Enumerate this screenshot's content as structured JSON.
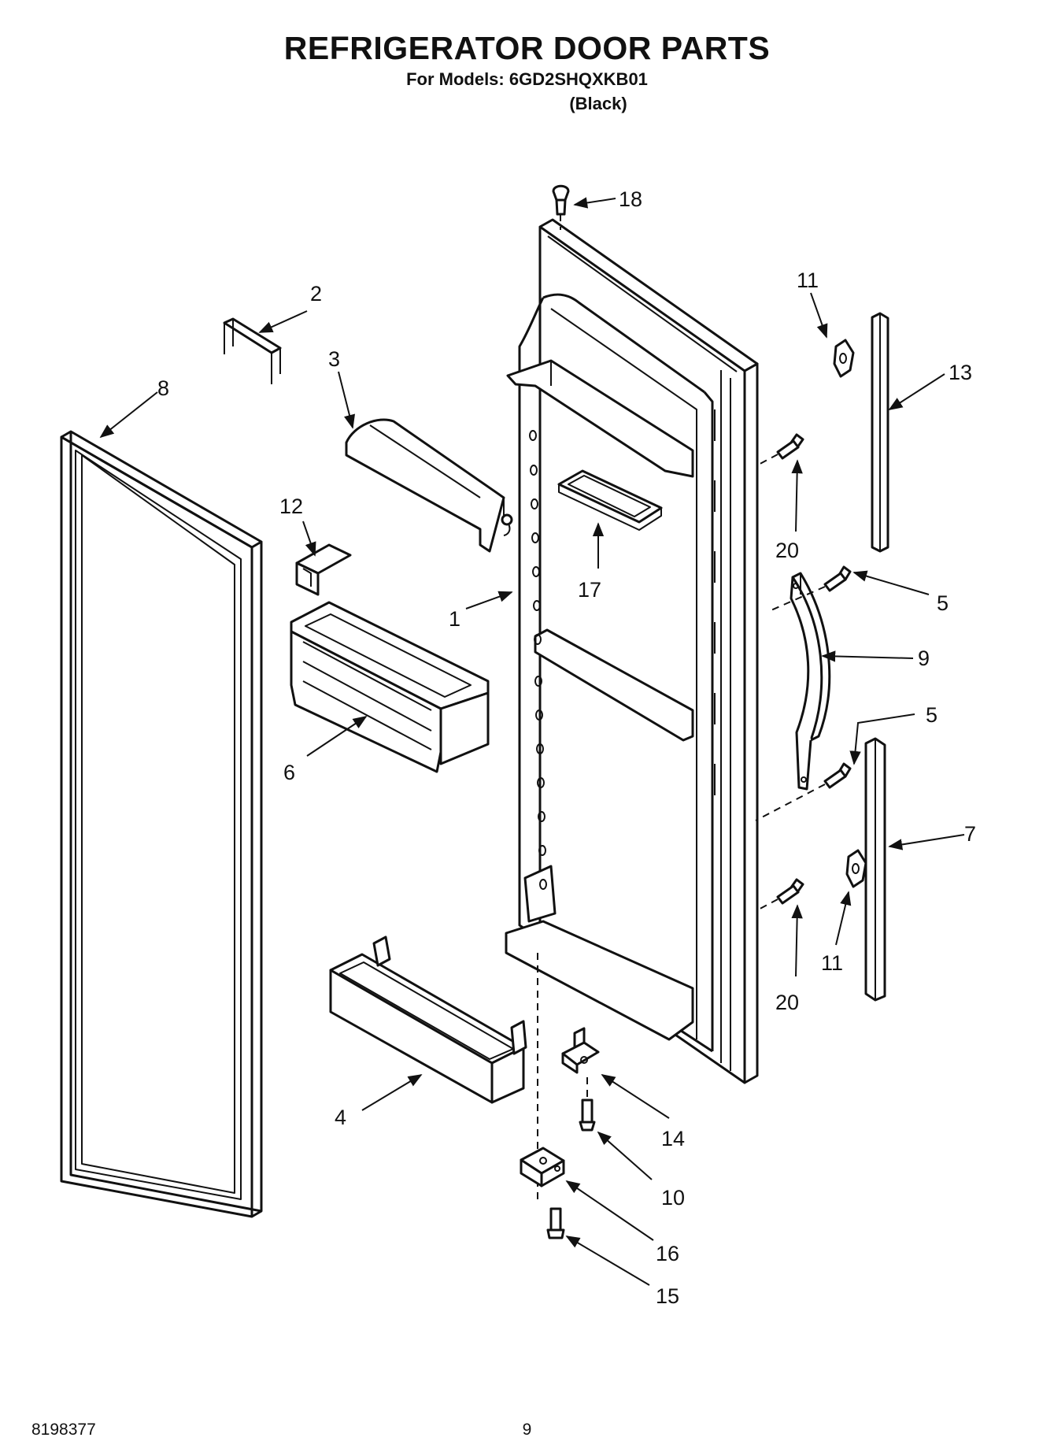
{
  "header": {
    "title": "REFRIGERATOR DOOR PARTS",
    "models_line": "For Models: 6GD2SHQXKB01",
    "variant": "(Black)"
  },
  "footer": {
    "doc_number": "8198377",
    "page_number": "9"
  },
  "callouts": {
    "c1": "1",
    "c2": "2",
    "c3": "3",
    "c4": "4",
    "c5a": "5",
    "c5b": "5",
    "c6": "6",
    "c7": "7",
    "c8": "8",
    "c9": "9",
    "c10": "10",
    "c11a": "11",
    "c11b": "11",
    "c12": "12",
    "c13": "13",
    "c14": "14",
    "c15": "15",
    "c16": "16",
    "c17": "17",
    "c18": "18",
    "c20a": "20",
    "c20b": "20"
  }
}
